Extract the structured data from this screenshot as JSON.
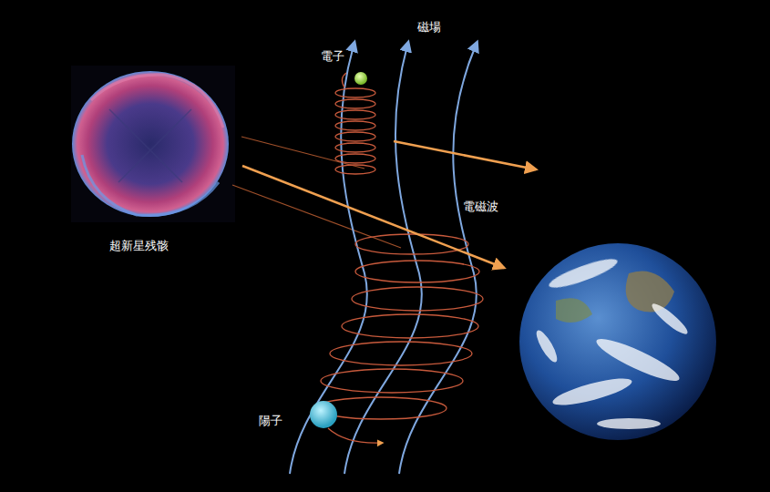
{
  "diagram": {
    "labels": [
      "磁場",
      "電子",
      "電磁波",
      "超新星残骸",
      "陽子"
    ]
  }
}
